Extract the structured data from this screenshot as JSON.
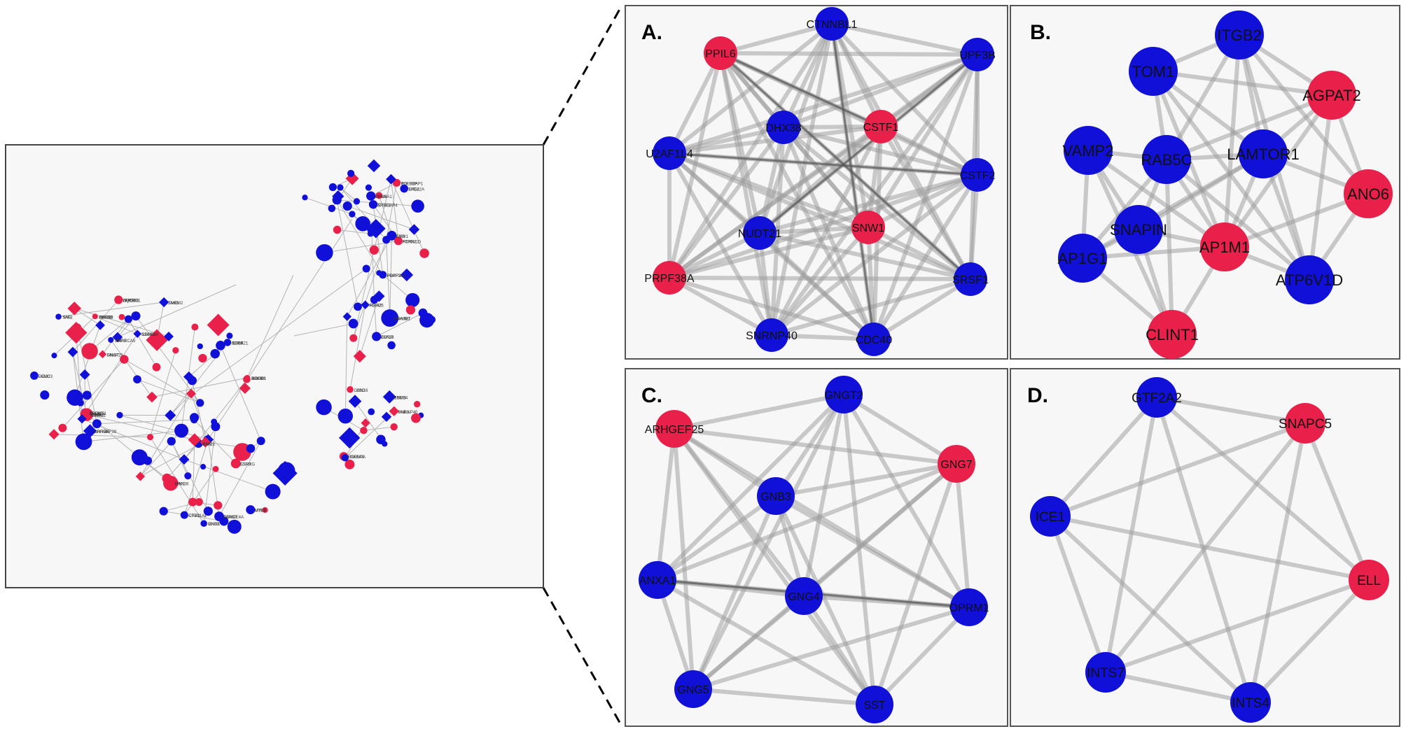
{
  "colors": {
    "up": "#e8204a",
    "down": "#1010d8",
    "edge": "#9a9a9a",
    "panel_bg": "#f7f7f7"
  },
  "overview": {
    "labels": [
      "ROBO1",
      "PCSK9",
      "IL2RA",
      "ZNF423",
      "FAM13B",
      "TOM1",
      "ARHGEF39",
      "LAMC3",
      "TMEM2",
      "SNAP25",
      "CAPN2",
      "NRP1",
      "SAG",
      "TAPBP",
      "UTRN",
      "MYO1",
      "BNIP3",
      "ESRRG",
      "PIM1",
      "CTSD",
      "POLR2F",
      "SNW1",
      "FOXP2",
      "ATP6V1D",
      "ARHGAP4",
      "PPIL6",
      "EPC2",
      "PDIA2",
      "KCNJ6",
      "ZSWIM7",
      "PML1",
      "COL5A1",
      "LCN2",
      "CNGB",
      "ADCY8",
      "ABCB6",
      "NUDT21",
      "SDHA",
      "UQCRC1",
      "CSTF2",
      "CHRM4",
      "PCLO",
      "JAM3",
      "GNG7",
      "NDUFA9",
      "SMARCA5",
      "TAF2",
      "NSMCE4A",
      "MYL2",
      "GNB3",
      "TJP2",
      "SSR3",
      "DHX38",
      "CYP11A1",
      "TGFBRAP1",
      "EIF3",
      "PRPF38A",
      "FOXN1",
      "SRSF1",
      "CTNNA1",
      "TADA2A",
      "RBM25",
      "ZNF57",
      "DNAJB1",
      "SNRNP40",
      "HNRNPA",
      "DHX16",
      "RBM34",
      "DHFR",
      "GRID1",
      "CDK8",
      "TRDMT1",
      "ZFP36",
      "OPRM1"
    ]
  },
  "panel_a": {
    "letter": "A.",
    "nodes": [
      {
        "label": "CTNNBL1",
        "up": false
      },
      {
        "label": "UPF3B",
        "up": false
      },
      {
        "label": "CSTF2",
        "up": false
      },
      {
        "label": "SRSF1",
        "up": false
      },
      {
        "label": "CDC40",
        "up": false
      },
      {
        "label": "SNRNP40",
        "up": false
      },
      {
        "label": "PRPF38A",
        "up": true
      },
      {
        "label": "U2AF1L4",
        "up": false
      },
      {
        "label": "PPIL6",
        "up": true
      },
      {
        "label": "DHX38",
        "up": false
      },
      {
        "label": "CSTF1",
        "up": true
      },
      {
        "label": "NUDT21",
        "up": false
      },
      {
        "label": "SNW1",
        "up": true
      }
    ]
  },
  "panel_b": {
    "letter": "B.",
    "nodes": [
      {
        "label": "ITGB2",
        "up": false
      },
      {
        "label": "TOM1",
        "up": false
      },
      {
        "label": "AGPAT2",
        "up": true
      },
      {
        "label": "VAMP2",
        "up": false
      },
      {
        "label": "RAB5C",
        "up": false
      },
      {
        "label": "LAMTOR1",
        "up": false
      },
      {
        "label": "ANO6",
        "up": true
      },
      {
        "label": "SNAPIN",
        "up": false
      },
      {
        "label": "AP1G1",
        "up": false
      },
      {
        "label": "AP1M1",
        "up": true
      },
      {
        "label": "ATP6V1D",
        "up": false
      },
      {
        "label": "CLINT1",
        "up": true
      }
    ]
  },
  "panel_c": {
    "letter": "C.",
    "nodes": [
      {
        "label": "GNGT2",
        "up": false
      },
      {
        "label": "ARHGEF25",
        "up": true
      },
      {
        "label": "GNG7",
        "up": true
      },
      {
        "label": "GNB3",
        "up": false
      },
      {
        "label": "ANXA1",
        "up": false
      },
      {
        "label": "GNG4",
        "up": false
      },
      {
        "label": "OPRM1",
        "up": false
      },
      {
        "label": "GNG5",
        "up": false
      },
      {
        "label": "SST",
        "up": false
      }
    ]
  },
  "panel_d": {
    "letter": "D.",
    "nodes": [
      {
        "label": "GTF2A2",
        "up": false
      },
      {
        "label": "SNAPC5",
        "up": true
      },
      {
        "label": "ICE1",
        "up": false
      },
      {
        "label": "ELL",
        "up": true
      },
      {
        "label": "INTS7",
        "up": false
      },
      {
        "label": "INTS4",
        "up": false
      }
    ]
  }
}
